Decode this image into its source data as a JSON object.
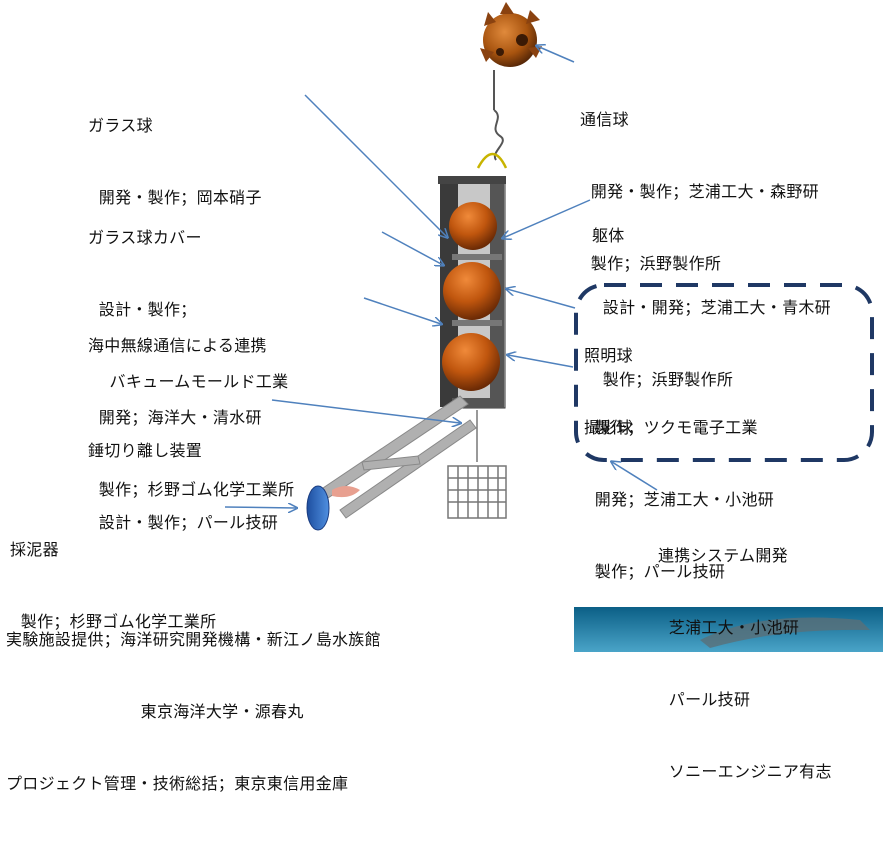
{
  "labels": {
    "glass_sphere": [
      "ガラス球",
      "  開発・製作；岡本硝子"
    ],
    "glass_cover": [
      "ガラス球カバー",
      "  設計・製作；",
      "    バキュームモールド工業"
    ],
    "acoustic": [
      "海中無線通信による連携",
      "  開発；海洋大・清水研",
      "  製作；杉野ゴム化学工業所"
    ],
    "weight_release": [
      "錘切り離し装置",
      "  設計・製作；パール技研"
    ],
    "sampler": [
      "採泥器",
      "  製作；杉野ゴム化学工業所"
    ],
    "comm_sphere": [
      "通信球",
      "  開発・製作；芝浦工大・森野研",
      "  製作；浜野製作所"
    ],
    "frame": [
      "躯体",
      "  設計・開発；芝浦工大・青木研",
      "  製作；浜野製作所"
    ],
    "lighting": [
      "照明球",
      "  製作；ツクモ電子工業"
    ],
    "camera": [
      "撮影球",
      "  開発；芝浦工大・小池研",
      "  製作；パール技研"
    ],
    "system": [
      "連携システム開発",
      "  芝浦工大・小池研",
      "  パール技研",
      "  ソニーエンジニア有志"
    ],
    "credits": [
      "実験施設提供；海洋研究開発機構・新江ノ島水族館",
      "                         東京海洋大学・源春丸",
      "プロジェクト管理・技術総括；東京東信用金庫"
    ]
  },
  "colors": {
    "arrow": "#4f81bd",
    "dashed_box": "#1f3864",
    "sphere": "#c0560e",
    "frame": "#3a3a3a",
    "water": "#2f7fa8"
  }
}
